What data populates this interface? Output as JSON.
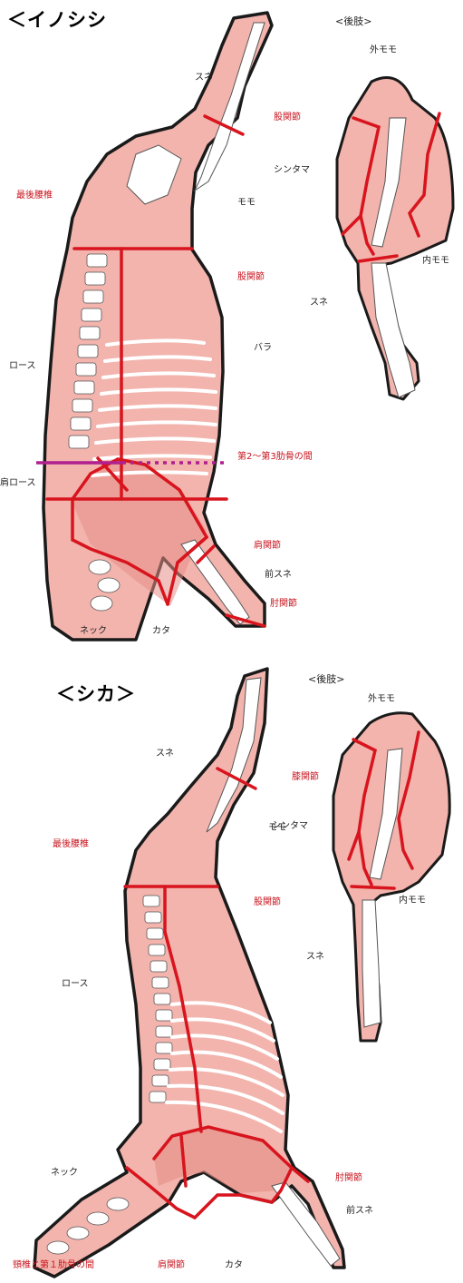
{
  "boar": {
    "title": "＜イノシシ",
    "hind_header": "<後肢>",
    "labels": {
      "sune": "スネ",
      "kokansetsu_top": "股関節",
      "saikoyotsui": "最後腰椎",
      "momo": "モモ",
      "kokansetsu_mid": "股関節",
      "rosu": "ロース",
      "bara": "バラ",
      "rib_note": "第2～第3肋骨の間",
      "kata_rosu": "肩ロース",
      "kenkansetsu": "肩関節",
      "mae_sune": "前スネ",
      "chukansetsu": "肘関節",
      "neck": "ネック",
      "kata": "カタ"
    },
    "hind": {
      "soto_momo": "外モモ",
      "shintama": "シンタマ",
      "uchi_momo": "内モモ",
      "sune": "スネ"
    }
  },
  "deer": {
    "title": "＜シカ＞",
    "hind_header": "<後肢>",
    "labels": {
      "sune": "スネ",
      "shitsukansetsu": "膝関節",
      "momo": "モモ",
      "saikoyotsui": "最後腰椎",
      "kokansetsu": "股関節",
      "rosu": "ロース",
      "neck": "ネック",
      "chukansetsu": "肘関節",
      "mae_sune": "前スネ",
      "neck_note": "頸椎と第１肋骨の間",
      "kenkansetsu": "肩関節",
      "kata": "カタ"
    },
    "hind": {
      "soto_momo": "外モモ",
      "shintama": "シンタマ",
      "uchi_momo": "内モモ",
      "sune": "スネ"
    }
  },
  "colors": {
    "meat": "#f2b4ad",
    "meat_dark": "#e58e86",
    "outline": "#1a1a1a",
    "cut_line": "#d8141e",
    "bone": "#ffffff",
    "magenta": "#b0208e"
  }
}
